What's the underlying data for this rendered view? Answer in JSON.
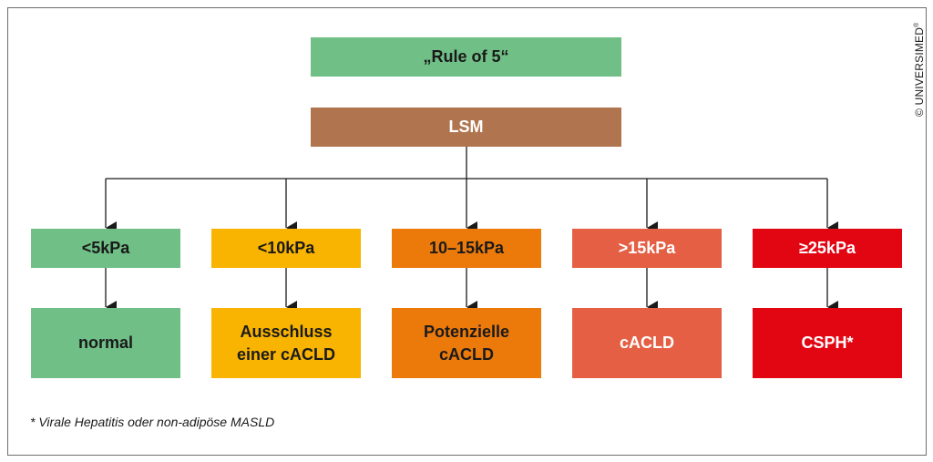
{
  "title": "„Rule of 5“",
  "root": "LSM",
  "branches": [
    {
      "threshold": "<5kPa",
      "outcome": "normal",
      "threshold_color": "#6fbf86",
      "outcome_color": "#6fbf86",
      "text_light": false
    },
    {
      "threshold": "<10kPa",
      "outcome": "Ausschluss\neiner cACLD",
      "threshold_color": "#f8b400",
      "outcome_color": "#f8b400",
      "text_light": false
    },
    {
      "threshold": "10–15kPa",
      "outcome": "Potenzielle\ncACLD",
      "threshold_color": "#ec7a0b",
      "outcome_color": "#ec7a0b",
      "text_light": false
    },
    {
      "threshold": ">15kPa",
      "outcome": "cACLD",
      "threshold_color": "#e55f44",
      "outcome_color": "#e55f44",
      "text_light": true
    },
    {
      "threshold": "≥25kPa",
      "outcome": "CSPH*",
      "threshold_color": "#e20613",
      "outcome_color": "#e20613",
      "text_light": true
    }
  ],
  "footnote": "* Virale Hepatitis oder non-adipöse MASLD",
  "copyright": {
    "text": "© UNIVERSIMED",
    "mark": "®"
  },
  "colors": {
    "title_box": "#6fbf86",
    "root_box": "#b0754f",
    "connector": "#1a1a1a",
    "frame": "#6e6e6e"
  }
}
